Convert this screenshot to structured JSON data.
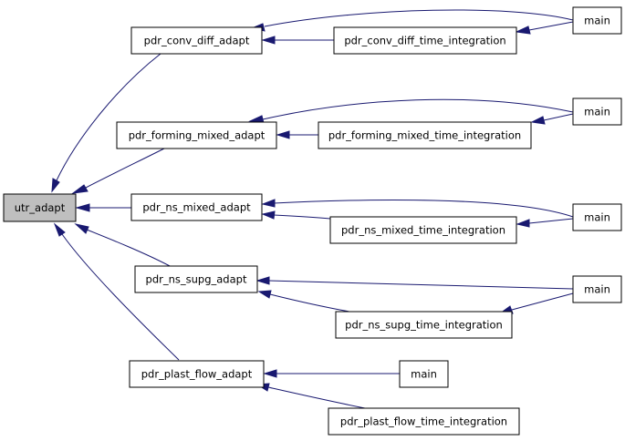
{
  "nodes": {
    "utr_adapt": "utr_adapt",
    "pdr_conv_diff_adapt": "pdr_conv_diff_adapt",
    "pdr_conv_diff_time_integration": "pdr_conv_diff_time_integration",
    "pdr_forming_mixed_adapt": "pdr_forming_mixed_adapt",
    "pdr_forming_mixed_time_integration": "pdr_forming_mixed_time_integration",
    "pdr_ns_mixed_adapt": "pdr_ns_mixed_adapt",
    "pdr_ns_mixed_time_integration": "pdr_ns_mixed_time_integration",
    "pdr_ns_supg_adapt": "pdr_ns_supg_adapt",
    "pdr_ns_supg_time_integration": "pdr_ns_supg_time_integration",
    "pdr_plast_flow_adapt": "pdr_plast_flow_adapt",
    "pdr_plast_flow_time_integration": "pdr_plast_flow_time_integration",
    "main_1": "main",
    "main_2": "main",
    "main_3": "main",
    "main_4": "main",
    "main_5": "main"
  },
  "colors": {
    "edge": "#191970",
    "root_fill": "#bfbfbf",
    "node_border": "#000000"
  }
}
